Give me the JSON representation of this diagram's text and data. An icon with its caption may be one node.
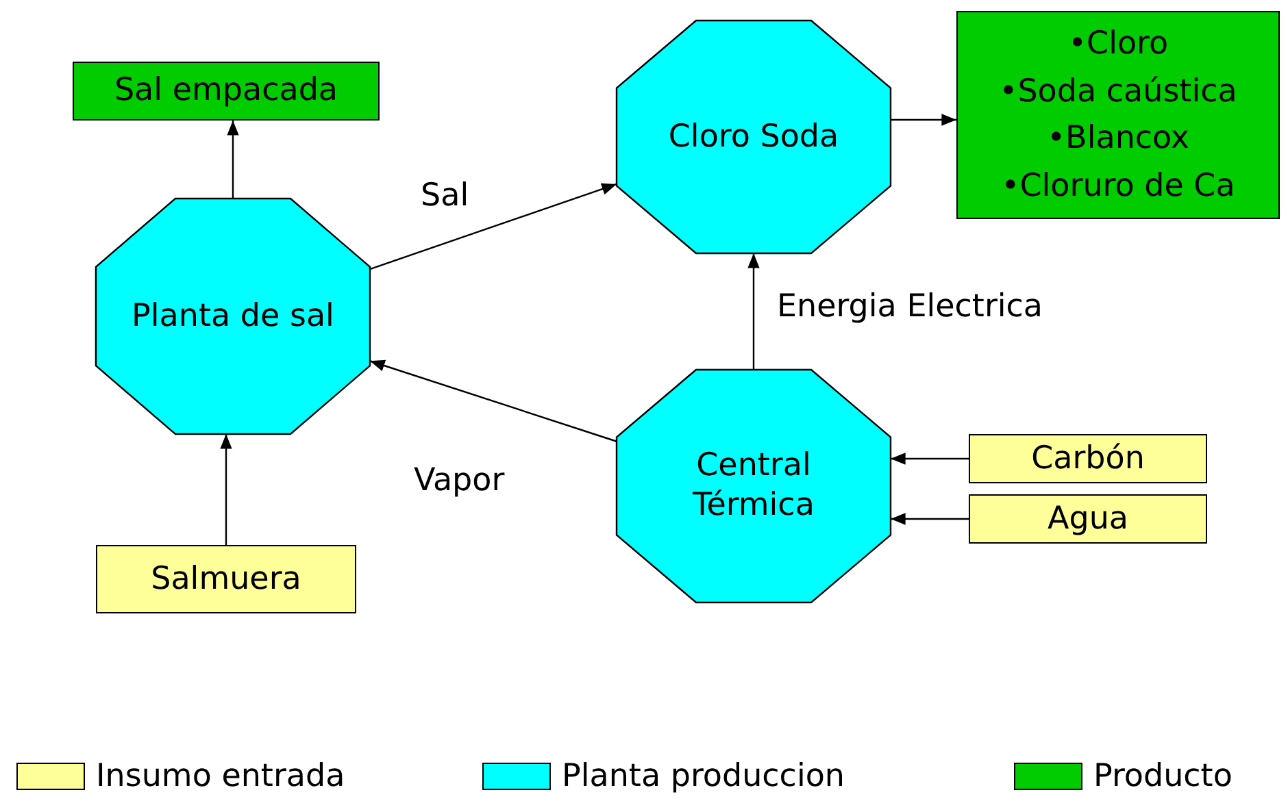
{
  "diagram": {
    "nodes": [
      {
        "text": [
          "Sal empacada"
        ]
      },
      {
        "text": [
          "Cloro Soda"
        ]
      },
      {
        "text": [
          "•Cloro",
          "•Soda caústica",
          "•Blancox",
          "•Cloruro de Ca"
        ]
      },
      {
        "text": [
          "Planta de sal"
        ]
      },
      {
        "text": [
          "Central Térmica"
        ]
      },
      {
        "text": [
          "Carbón"
        ]
      },
      {
        "text": [
          "Agua"
        ]
      },
      {
        "text": [
          "Salmuera"
        ]
      }
    ],
    "edges": [
      {
        "from": 3,
        "to": 0,
        "arrow": "to"
      },
      {
        "from": 3,
        "to": 1,
        "arrow": "to",
        "label": "Sal"
      },
      {
        "from": 1,
        "to": 2,
        "arrow": "to"
      },
      {
        "from": 4,
        "to": 1,
        "arrow": "to",
        "label": "Energia Electrica"
      },
      {
        "from": 4,
        "to": 3,
        "arrow": "to",
        "label": "Vapor"
      },
      {
        "from": 5,
        "to": 4,
        "arrow": "to"
      },
      {
        "from": 6,
        "to": 4,
        "arrow": "to"
      },
      {
        "from": 7,
        "to": 3,
        "arrow": "to"
      }
    ],
    "legend": [
      {
        "text": "Insumo entrada",
        "color": "#ffff99"
      },
      {
        "text": "Planta produccion",
        "color": "#00ffff"
      },
      {
        "text": "Producto",
        "color": "#00cc00"
      }
    ]
  }
}
